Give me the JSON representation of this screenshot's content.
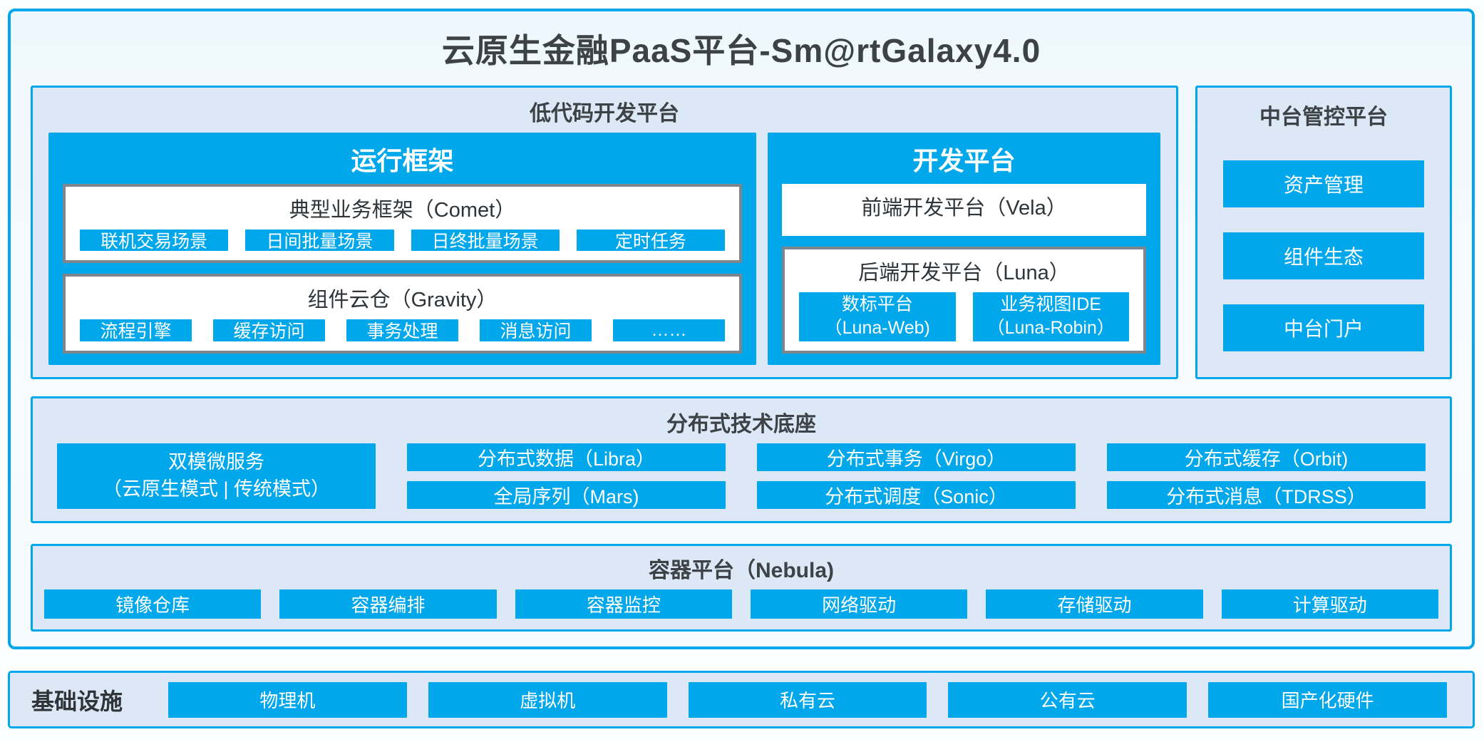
{
  "colors": {
    "accent": "#00a7ea",
    "panel_background": "#dce8f6",
    "white_box_border": "#7f858c",
    "dark_text": "#3c4246"
  },
  "title": "云原生金融PaaS平台-Sm@rtGalaxy4.0",
  "low_code": {
    "title": "低代码开发平台",
    "runtime": {
      "title": "运行框架",
      "comet": {
        "title": "典型业务框架（Comet）",
        "chips": [
          "联机交易场景",
          "日间批量场景",
          "日终批量场景",
          "定时任务"
        ]
      },
      "gravity": {
        "title": "组件云仓（Gravity）",
        "chips": [
          "流程引擎",
          "缓存访问",
          "事务处理",
          "消息访问",
          "……"
        ]
      }
    },
    "dev": {
      "title": "开发平台",
      "vela": "前端开发平台（Vela）",
      "luna": {
        "title": "后端开发平台（Luna）",
        "chips": [
          {
            "line1": "数标平台",
            "line2": "（Luna-Web)"
          },
          {
            "line1": "业务视图IDE",
            "line2": "（Luna-Robin）"
          }
        ]
      }
    }
  },
  "mid_platform": {
    "title": "中台管控平台",
    "items": [
      "资产管理",
      "组件生态",
      "中台门户"
    ]
  },
  "distributed": {
    "title": "分布式技术底座",
    "dual_mode": {
      "line1": "双模微服务",
      "line2": "（云原生模式 | 传统模式）"
    },
    "cells": [
      "分布式数据（Libra）",
      "分布式事务（Virgo）",
      "分布式缓存（Orbit)",
      "全局序列（Mars)",
      "分布式调度（Sonic）",
      "分布式消息（TDRSS）"
    ]
  },
  "container_platform": {
    "title": "容器平台（Nebula)",
    "chips": [
      "镜像仓库",
      "容器编排",
      "容器监控",
      "网络驱动",
      "存储驱动",
      "计算驱动"
    ]
  },
  "infrastructure": {
    "title": "基础设施",
    "chips": [
      "物理机",
      "虚拟机",
      "私有云",
      "公有云",
      "国产化硬件"
    ]
  }
}
